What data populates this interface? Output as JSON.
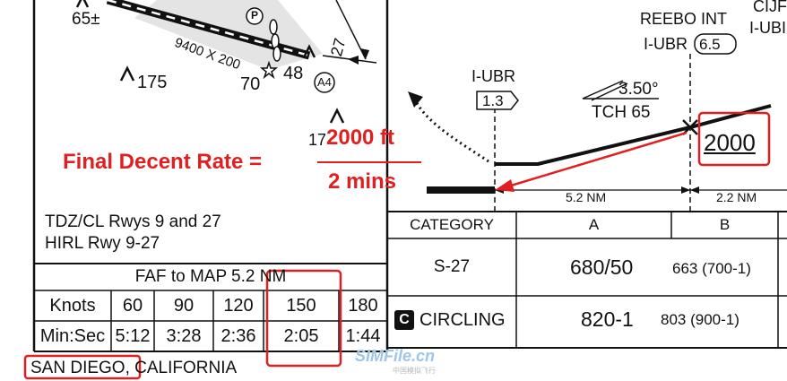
{
  "plan_view": {
    "runway_label": "9400 X 200",
    "elev_65": "65±",
    "spot_175": "175",
    "spot_70": "70",
    "spot_48": "48",
    "spot_17": "17",
    "rwy_27": "27",
    "p_marker": "P",
    "a4_marker": "A4"
  },
  "lighting": {
    "line1": "TDZ/CL Rwys 9 and 27",
    "line2": "HIRL Rwy 9-27"
  },
  "timing_table": {
    "title": "FAF to MAP  5.2 NM",
    "row_knots_label": "Knots",
    "row_time_label": "Min:Sec",
    "knots": [
      "60",
      "90",
      "120",
      "150",
      "180"
    ],
    "times": [
      "5:12",
      "3:28",
      "2:36",
      "2:05",
      "1:44"
    ],
    "highlight_col": 3
  },
  "location": {
    "city": "SAN DIEGO",
    "state": ", CALIFORNIA"
  },
  "profile": {
    "reebo_label": "REEBO INT",
    "iubr_reebo": "I-UBR",
    "reebo_dme": "6.5",
    "iubr_left": "I-UBR",
    "left_dme": "1.3",
    "glide_angle": "3.50°",
    "tch": "TCH 65",
    "faf_alt": "2000",
    "dist1": "5.2 NM",
    "dist2": "2.2 NM",
    "top_right_1": "CIJF",
    "top_right_2": "I-UBI"
  },
  "minimums": {
    "category_label": "CATEGORY",
    "col_a": "A",
    "col_b": "B",
    "s27_label": "S-27",
    "s27_value": "680/50",
    "s27_haa": "663 (700-1)",
    "circling_badge": "C",
    "circling_label": "CIRCLING",
    "circling_value": "820-1",
    "circling_haa": "803 (900-1)"
  },
  "annotation": {
    "formula_label": "Final Decent Rate =",
    "numerator": "2000 ft",
    "denominator": "2 mins",
    "color": "#e02020"
  },
  "watermark": {
    "text": "SIMFile.cn",
    "sub": "中国模拟飞行"
  }
}
